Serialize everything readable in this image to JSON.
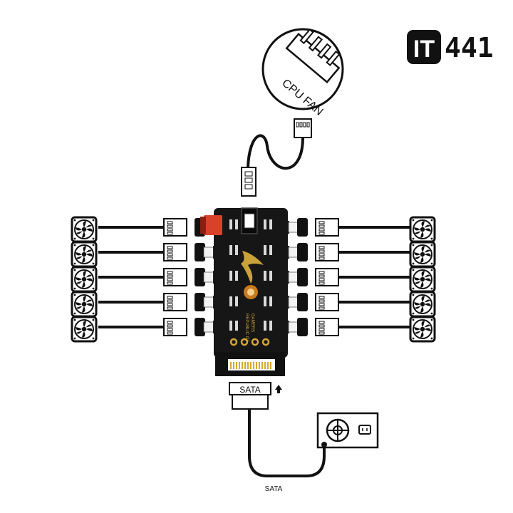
{
  "brand": {
    "logo_box_text": "IT",
    "logo_number": "441"
  },
  "cpu_fan_label": "CPU FAN",
  "sata_connector_label": "SATA",
  "sata_cable_label": "SATA",
  "hub_text_line1": "REPUBLIC OF",
  "hub_text_line2": "GAMERS",
  "fan_count_left": 5,
  "fan_count_right": 5,
  "icons": [
    "fan-icon",
    "power-supply-icon",
    "arrow-up-icon"
  ]
}
